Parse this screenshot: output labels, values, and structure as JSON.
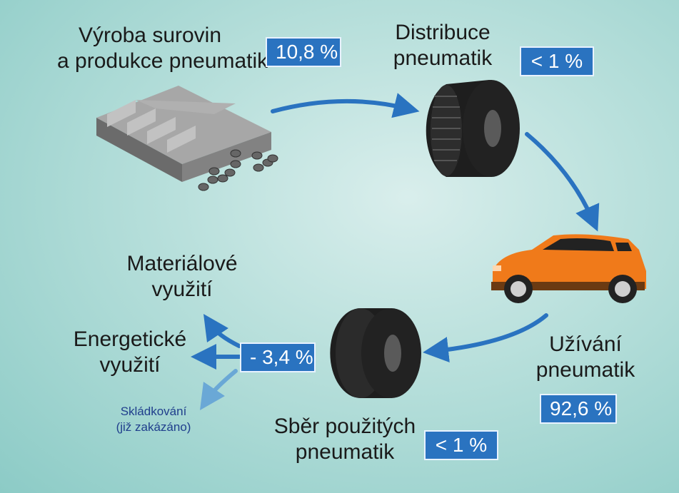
{
  "stages": {
    "production": {
      "line1": "Výroba surovin",
      "line2": "a produkce pneumatik",
      "value": "10,8 %"
    },
    "distribution": {
      "line1": "Distribuce",
      "line2": "pneumatik",
      "value": "< 1 %"
    },
    "usage": {
      "line1": "Užívání",
      "line2": "pneumatik",
      "value": "92,6 %"
    },
    "collection": {
      "line1": "Sběr použitých",
      "line2": "pneumatik",
      "value": "< 1 %"
    },
    "end_of_life": {
      "value": "- 3,4 %"
    }
  },
  "outcomes": {
    "material": {
      "line1": "Materiálové",
      "line2": "využití"
    },
    "energy": {
      "line1": "Energetické",
      "line2": "využití"
    },
    "landfill": {
      "line1": "Skládkování",
      "line2": "(již zakázáno)"
    }
  },
  "colors": {
    "arrow": "#2a73c0",
    "arrow_light": "#6aa8d6",
    "badge": "#2a73c0",
    "car": "#f07a1a",
    "tire": "#222222",
    "factory": "#8e8e8e"
  },
  "icons": [
    "factory-icon",
    "tire-icon",
    "car-icon"
  ]
}
